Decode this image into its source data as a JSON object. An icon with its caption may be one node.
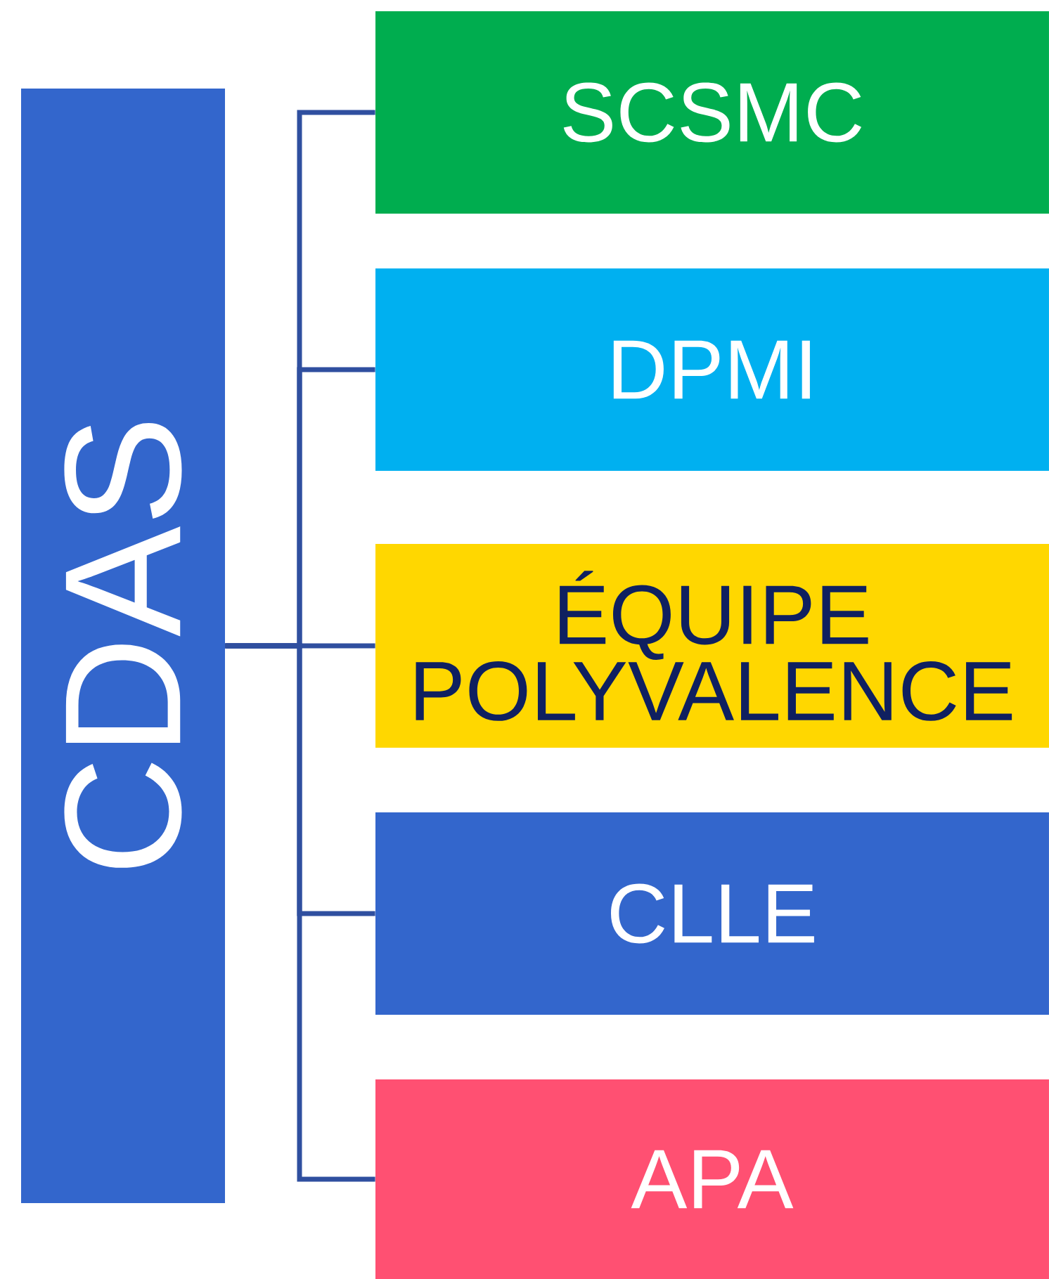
{
  "diagram": {
    "nodes": [
      {
        "text": [
          "CDAS"
        ]
      },
      {
        "text": [
          "SCSMC"
        ]
      },
      {
        "text": [
          "DPMI"
        ]
      },
      {
        "text": [
          "ÉQUIPE POLYVALENCE"
        ]
      },
      {
        "text": [
          "CLLE"
        ]
      },
      {
        "text": [
          "APA"
        ]
      }
    ],
    "edges": [
      {
        "from": 0,
        "to": 1,
        "arrow": "none"
      },
      {
        "from": 0,
        "to": 2,
        "arrow": "none"
      },
      {
        "from": 0,
        "to": 3,
        "arrow": "none"
      },
      {
        "from": 0,
        "to": 4,
        "arrow": "none"
      },
      {
        "from": 0,
        "to": 5,
        "arrow": "none"
      }
    ]
  }
}
